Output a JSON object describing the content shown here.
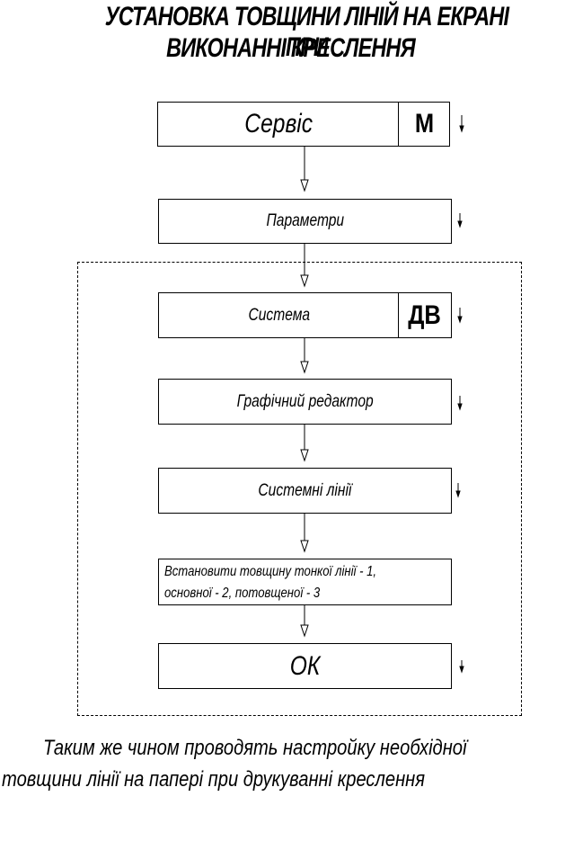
{
  "title": {
    "line1": "УСТАНОВКА ТОВЩИНИ ЛІНІЙ НА ЕКРАНІ ПРИ",
    "line2": "ВИКОНАННІ КРЕСЛЕННЯ"
  },
  "steps": [
    {
      "label": "Сервіс",
      "tag": "М"
    },
    {
      "label": "Параметри"
    },
    {
      "label": "Система",
      "tag": "ДВ"
    },
    {
      "label": "Графічний редактор"
    },
    {
      "label": "Системні лінії"
    },
    {
      "label_line1": "Встановити товщину тонкої лінії -  1,",
      "label_line2": "основної -  2, потовщеної -  3"
    },
    {
      "label": "ОК"
    }
  ],
  "footer": {
    "line1": "Таким же чином проводять настройку необхідної",
    "line2": "товщини лінії на папері при друкуванні креслення"
  }
}
